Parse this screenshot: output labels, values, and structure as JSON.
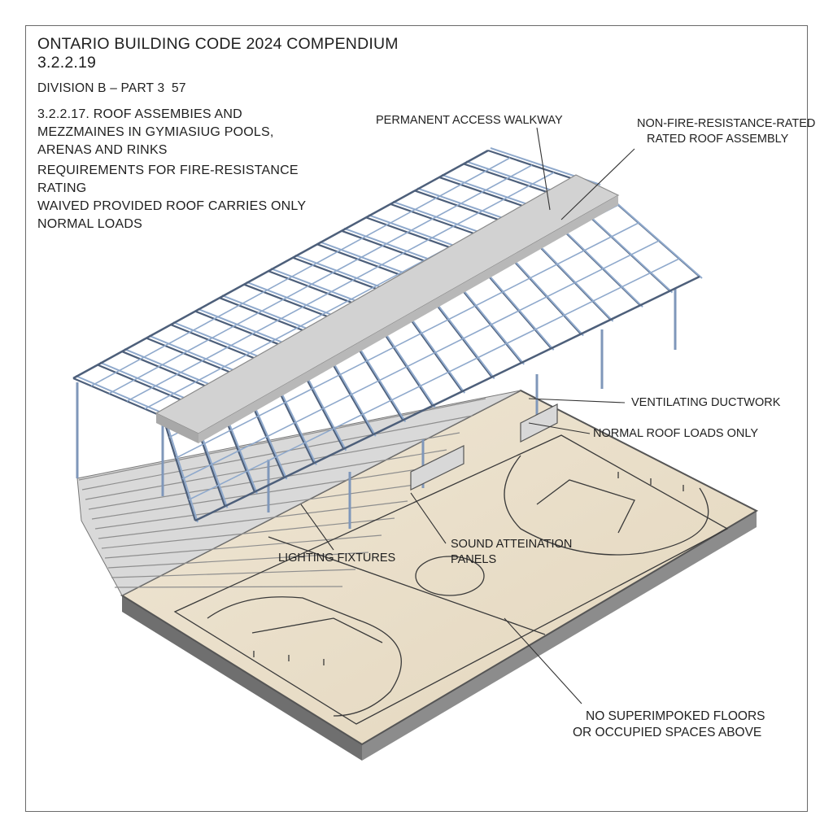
{
  "header": {
    "title": "ONTARIO BUILDING CODE 2024 COMPENDIUM",
    "subtitle": "3.2.2.19",
    "division": "DIVISION B – PART 3",
    "page_number": "57",
    "section_lines": [
      "3.2.2.17. ROOF ASSEMBIES AND",
      "MEZZMAINES IN GYMIASIUG POOLS,",
      "ARENAS AND RINKS"
    ],
    "requirement_lines": [
      "REQUIREMENTS FOR FIRE-RESISTANCE RATING",
      "WAIVED PROVIDED ROOF CARRIES ONLY",
      "NORMAL LOADS"
    ]
  },
  "callouts": {
    "walkway": "PERMANENT ACCESS WALKWAY",
    "roof_line1": "NON-FIRE-RESISTANCE-RATED",
    "roof_line2": "RATED ROOF ASSEMBLY",
    "ductwork": "VENTILATING DUCTWORK",
    "normal_loads": "NORMAL ROOF LOADS ONLY",
    "lighting": "LIGHTING FIXTURES",
    "sound_line1": "SOUND ATTEINATION",
    "sound_line2": "PANELS",
    "no_floors_line1": "NO SUPERIMPOKED FLOORS",
    "no_floors_line2": "OR OCCUPIED SPACES ABOVE"
  },
  "colors": {
    "floor": "#eadfca",
    "floor_edge": "#9b9b9b",
    "steel": "#8fa9cc",
    "steel_dark": "#4d5f7a",
    "ridge": "#c9c9c9",
    "bleacher": "#b9b9b9"
  }
}
